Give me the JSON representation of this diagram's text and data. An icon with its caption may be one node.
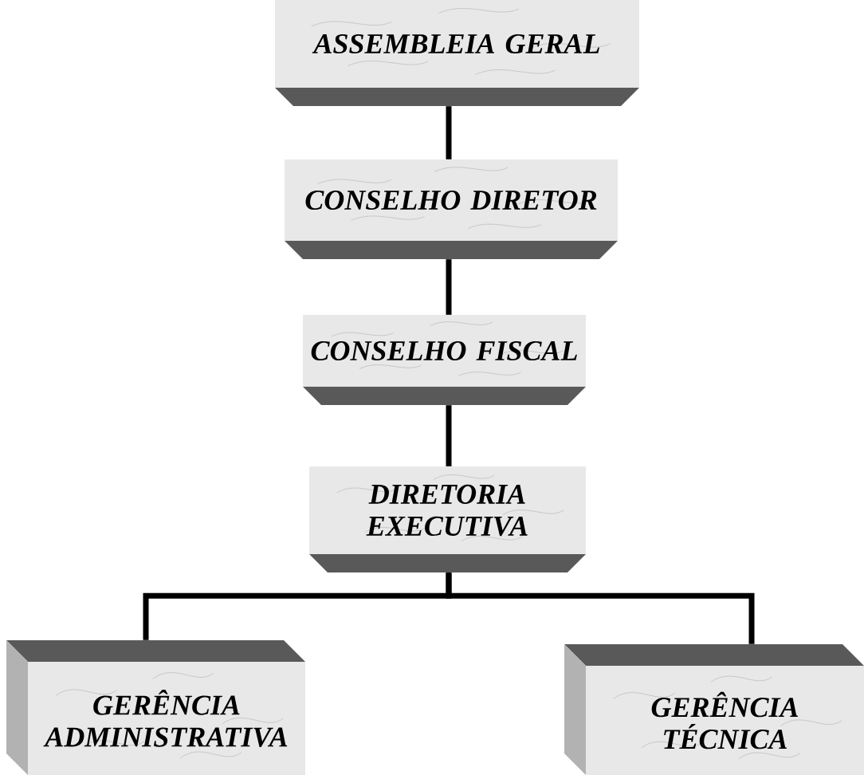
{
  "diagram": {
    "nodes": [
      {
        "text": [
          "ASSEMBLEIA GERAL"
        ]
      },
      {
        "text": [
          "CONSELHO DIRETOR"
        ]
      },
      {
        "text": [
          "CONSELHO FISCAL"
        ]
      },
      {
        "text": [
          "DIRETORIA EXECUTIVA"
        ]
      },
      {
        "text": [
          "GERÊNCIA ADMINISTRATIVA"
        ]
      },
      {
        "text": [
          "GERÊNCIA TÉCNICA"
        ]
      }
    ],
    "edges": [
      {
        "from": 0,
        "to": 1,
        "arrow": "none"
      },
      {
        "from": 1,
        "to": 2,
        "arrow": "none"
      },
      {
        "from": 2,
        "to": 3,
        "arrow": "none"
      },
      {
        "from": 3,
        "to": 4,
        "arrow": "none"
      },
      {
        "from": 3,
        "to": 5,
        "arrow": "none"
      }
    ]
  }
}
